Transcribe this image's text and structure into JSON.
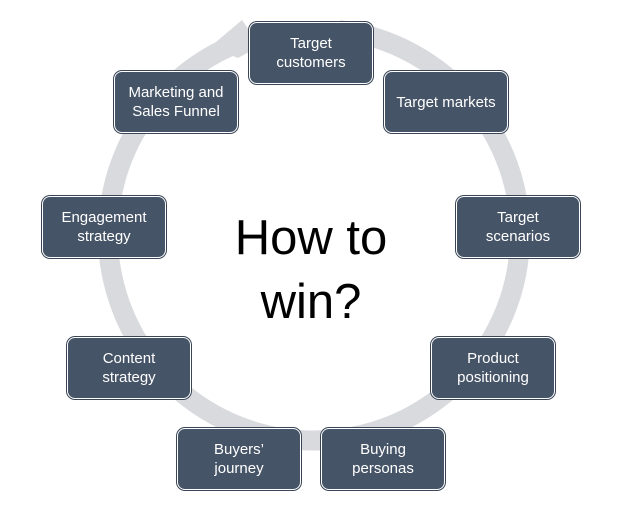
{
  "title": "How to\nwin?",
  "colors": {
    "box_fill": "#465467",
    "box_text": "#ffffff",
    "ring": "#d9dadd",
    "title_text": "#000000"
  },
  "steps": [
    {
      "label": "Target\ncustomers"
    },
    {
      "label": "Target markets"
    },
    {
      "label": "Target\nscenarios"
    },
    {
      "label": "Product\npositioning"
    },
    {
      "label": "Buying\npersonas"
    },
    {
      "label": "Buyers’\njourney"
    },
    {
      "label": "Content\nstrategy"
    },
    {
      "label": "Engagement\nstrategy"
    },
    {
      "label": "Marketing and\nSales Funnel"
    }
  ]
}
